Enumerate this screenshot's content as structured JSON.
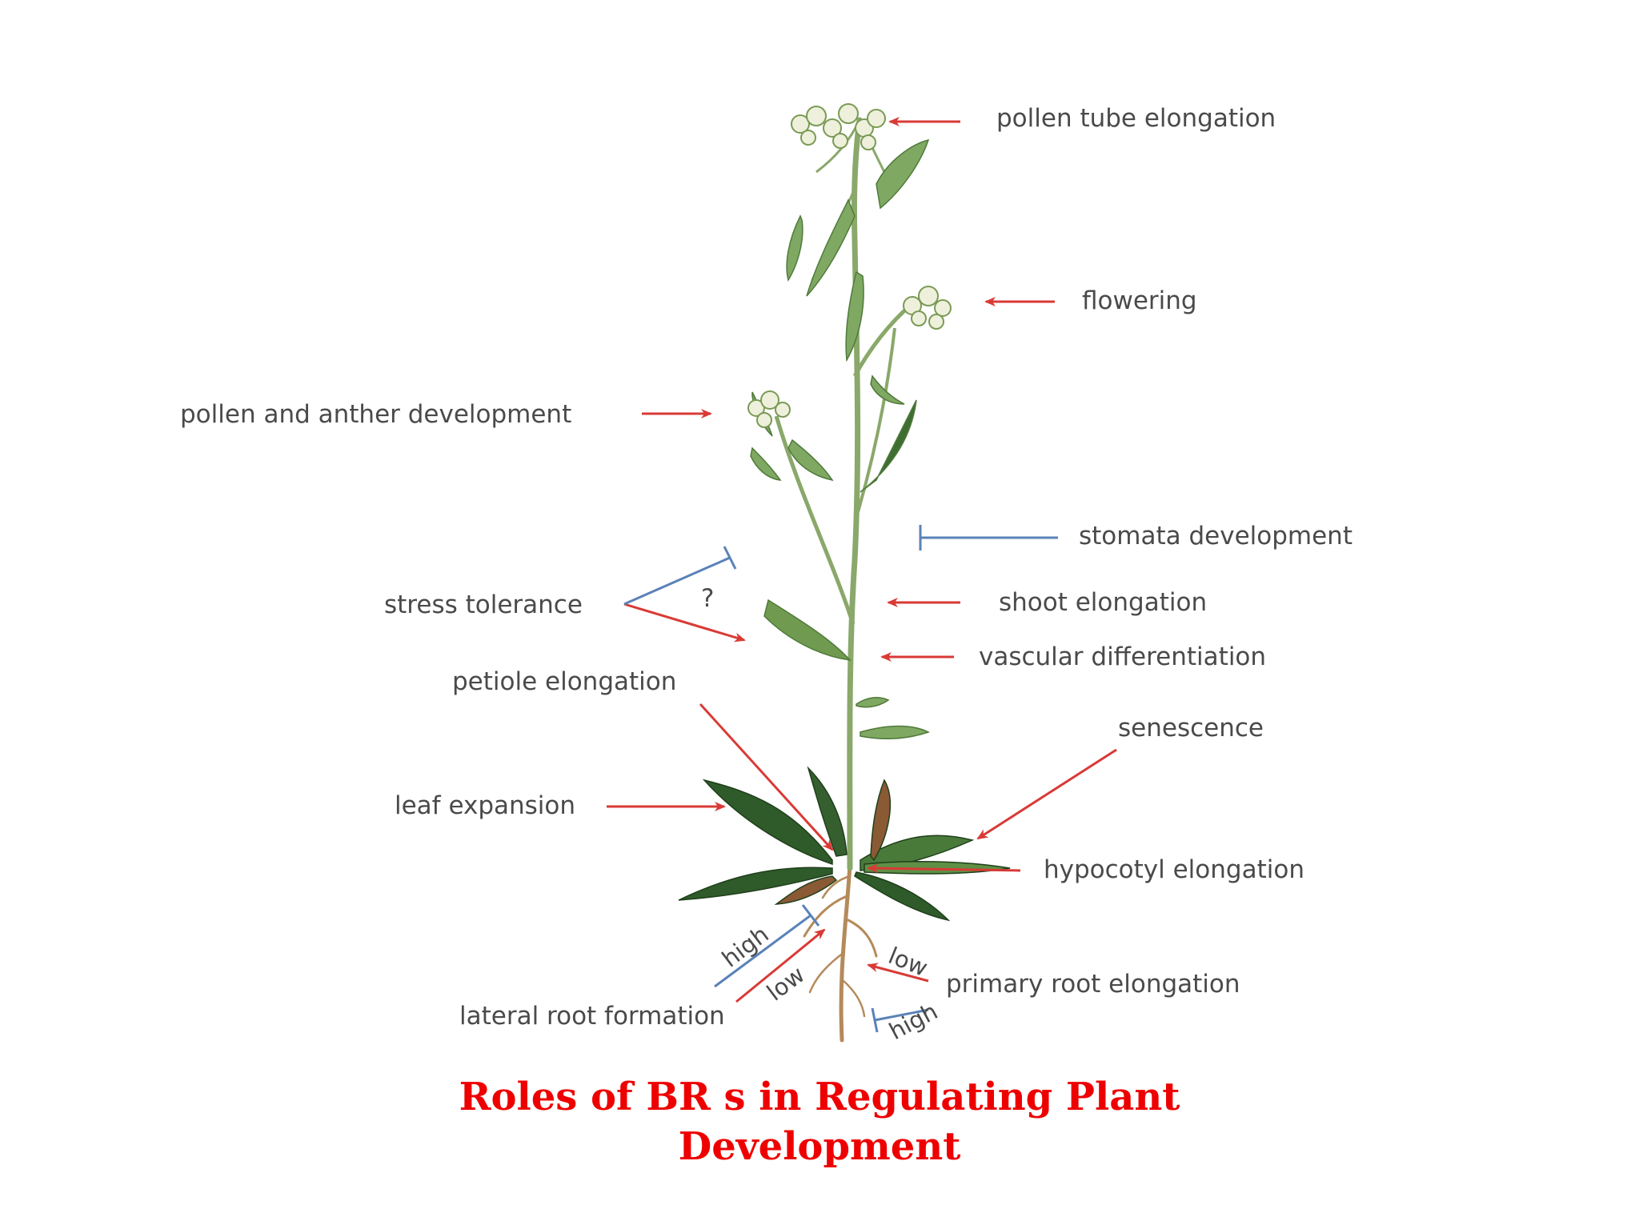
{
  "colors": {
    "stimulate_arrow": "#d93a36",
    "inhibit_line": "#5a82b8",
    "stem": "#8aa86a",
    "leaf": "#5f8f45",
    "leaf_dark": "#2f5a2a",
    "senescent_leaf": "#8a5a35",
    "flower": "#eef0dc",
    "root": "#b58a5a",
    "caption": "#ee0000"
  },
  "labels": {
    "pollen_tube": "pollen tube elongation",
    "flowering": "flowering",
    "pollen_anther": "pollen and anther development",
    "stomata": "stomata development",
    "stress": "stress tolerance",
    "question": "?",
    "shoot": "shoot elongation",
    "vascular": "vascular differentiation",
    "petiole": "petiole elongation",
    "senescence": "senescence",
    "leaf_expansion": "leaf expansion",
    "hypocotyl": "hypocotyl elongation",
    "primary_root": "primary root elongation",
    "lateral_root": "lateral root formation",
    "high": "high",
    "low": "low"
  },
  "caption": {
    "line1": "Roles of BR s in Regulating Plant",
    "line2": "Development"
  }
}
